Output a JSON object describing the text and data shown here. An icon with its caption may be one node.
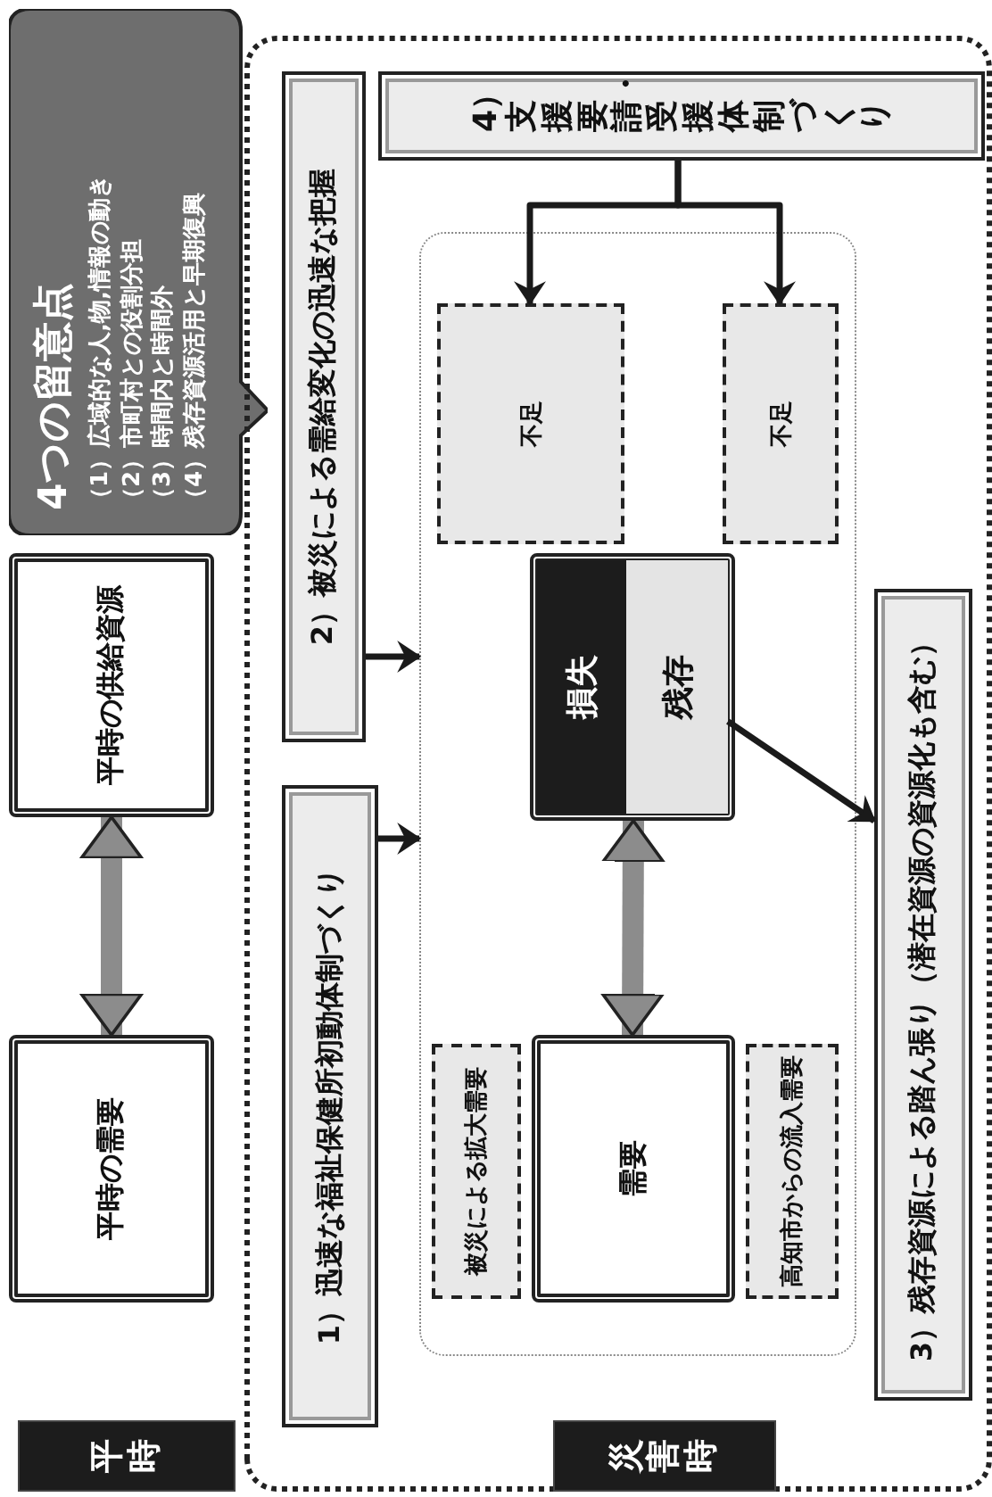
{
  "diagram": {
    "nodes": [
      {
        "text": [
          "4つの留意点",
          "（1）広域的な人,物,情報の動き",
          "（2）市町村との役割分担",
          "（3）時間内と時間外",
          "（4）残存資源活用と早期復興"
        ]
      },
      {
        "text": [
          "平時の供給資源"
        ]
      },
      {
        "text": [
          "平時の需要"
        ]
      },
      {
        "text": [
          "災害時"
        ]
      },
      {
        "text": [
          "2）被災による需給変化の迅速な把握"
        ],
        "in": 3
      },
      {
        "text": [
          "4）支援要請・受援体制づくり"
        ],
        "in": 3
      },
      {
        "text": [
          "1）迅速な福祉保健所初動体制づくり"
        ],
        "in": 3
      },
      {
        "text": [
          "3）残存資源による踏ん張り（潜在資源の資源化も含む）"
        ],
        "in": 3
      },
      {
        "text": [],
        "shape": "box",
        "in": 3
      },
      {
        "text": [
          "不足"
        ],
        "in": 8
      },
      {
        "text": [
          "不足"
        ],
        "in": 8
      },
      {
        "text": [],
        "shape": "box",
        "in": 8
      },
      {
        "text": [
          "損失"
        ],
        "in": 11
      },
      {
        "text": [
          "残存"
        ],
        "in": 11
      },
      {
        "text": [
          "被災による拡大需要"
        ],
        "in": 8
      },
      {
        "text": [
          "需要"
        ],
        "in": 8
      },
      {
        "text": [
          "高知市からの流入需要"
        ],
        "in": 8
      }
    ],
    "edges": [
      {
        "from": 2,
        "to": 1,
        "arrow": "both",
        "style": "thick",
        "color": "#8c8c8c"
      },
      {
        "from": 15,
        "to": 11,
        "arrow": "both",
        "style": "thick",
        "color": "#8c8c8c"
      },
      {
        "from": 6,
        "to": 8,
        "arrow": "to"
      },
      {
        "from": 4,
        "to": 8,
        "arrow": "to"
      },
      {
        "from": 5,
        "to": 9,
        "arrow": "to"
      },
      {
        "from": 5,
        "to": 10,
        "arrow": "to"
      },
      {
        "from": 13,
        "to": 7,
        "arrow": "to"
      }
    ],
    "labels": [
      "平時"
    ]
  }
}
